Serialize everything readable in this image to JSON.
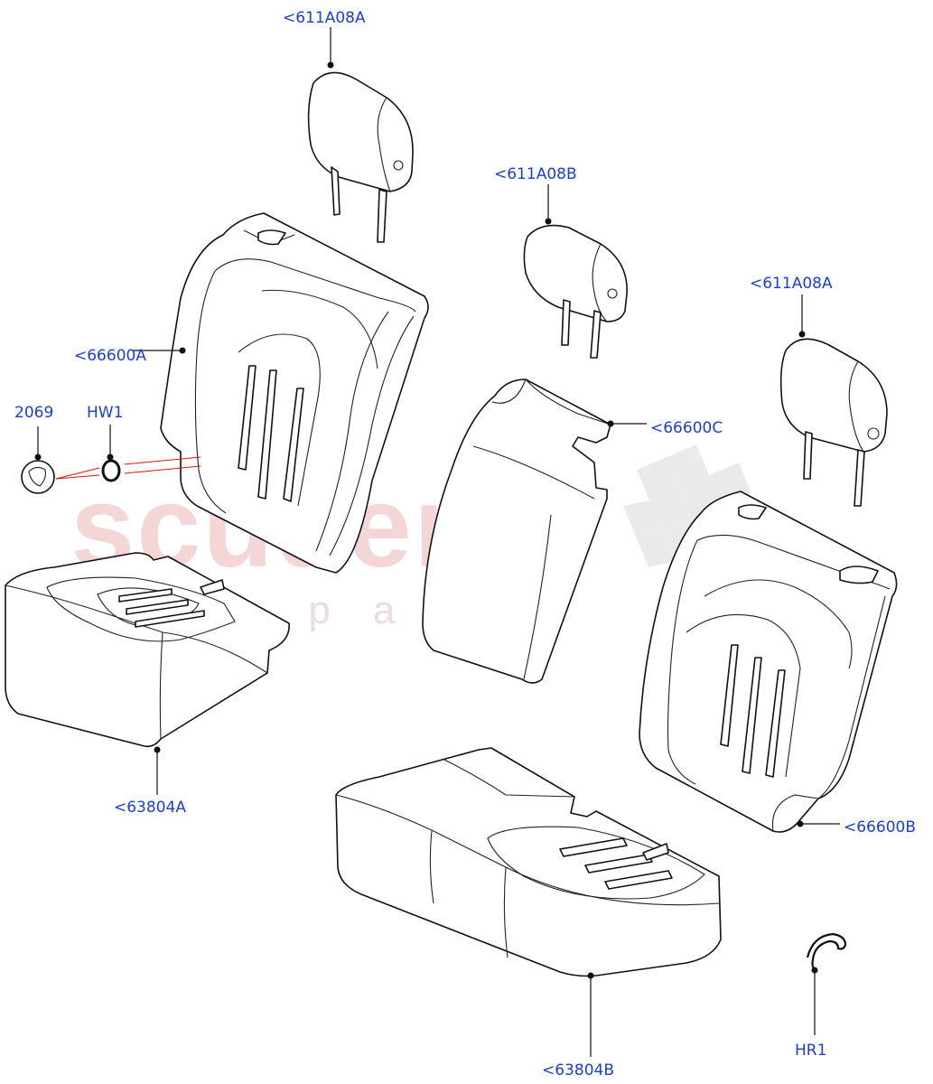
{
  "watermark": {
    "brand": "scuderia",
    "tagline": "car parts"
  },
  "callouts": {
    "headrest_left": "<611A08A",
    "headrest_center": "<611A08B",
    "headrest_right": "<611A08A",
    "backrest_left": "<66600A",
    "backrest_center": "<66600C",
    "backrest_right": "<66600B",
    "cushion_left": "<63804A",
    "cushion_right": "<63804B",
    "cap": "2069",
    "washer": "HW1",
    "ring": "HR1"
  },
  "colors": {
    "callout_text": "#1a3fd6",
    "leader_line": "#111111",
    "pointer_line": "#e01010",
    "watermark": "#f2c9c9"
  }
}
